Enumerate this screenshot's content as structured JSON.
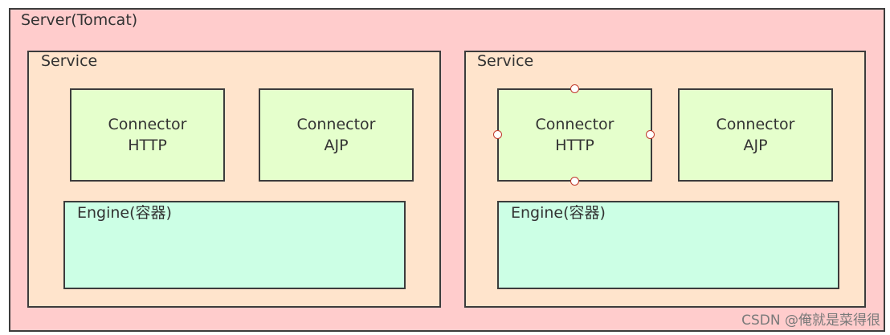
{
  "server": {
    "label": "Server(Tomcat)"
  },
  "services": [
    {
      "label": "Service",
      "connectors": [
        {
          "line1": "Connector",
          "line2": "HTTP"
        },
        {
          "line1": "Connector",
          "line2": "AJP"
        }
      ],
      "engine": {
        "label": "Engine(容器)"
      }
    },
    {
      "label": "Service",
      "connectors": [
        {
          "line1": "Connector",
          "line2": "HTTP"
        },
        {
          "line1": "Connector",
          "line2": "AJP"
        }
      ],
      "engine": {
        "label": "Engine(容器)"
      }
    }
  ],
  "watermark": "CSDN @俺就是菜得很",
  "colors": {
    "server_fill": "#ffcccc",
    "service_fill": "#ffe4cc",
    "connector_fill": "#e5ffcc",
    "engine_fill": "#ccffe5",
    "border": "#3c3c3c",
    "selection_handle": "#c0392b"
  }
}
